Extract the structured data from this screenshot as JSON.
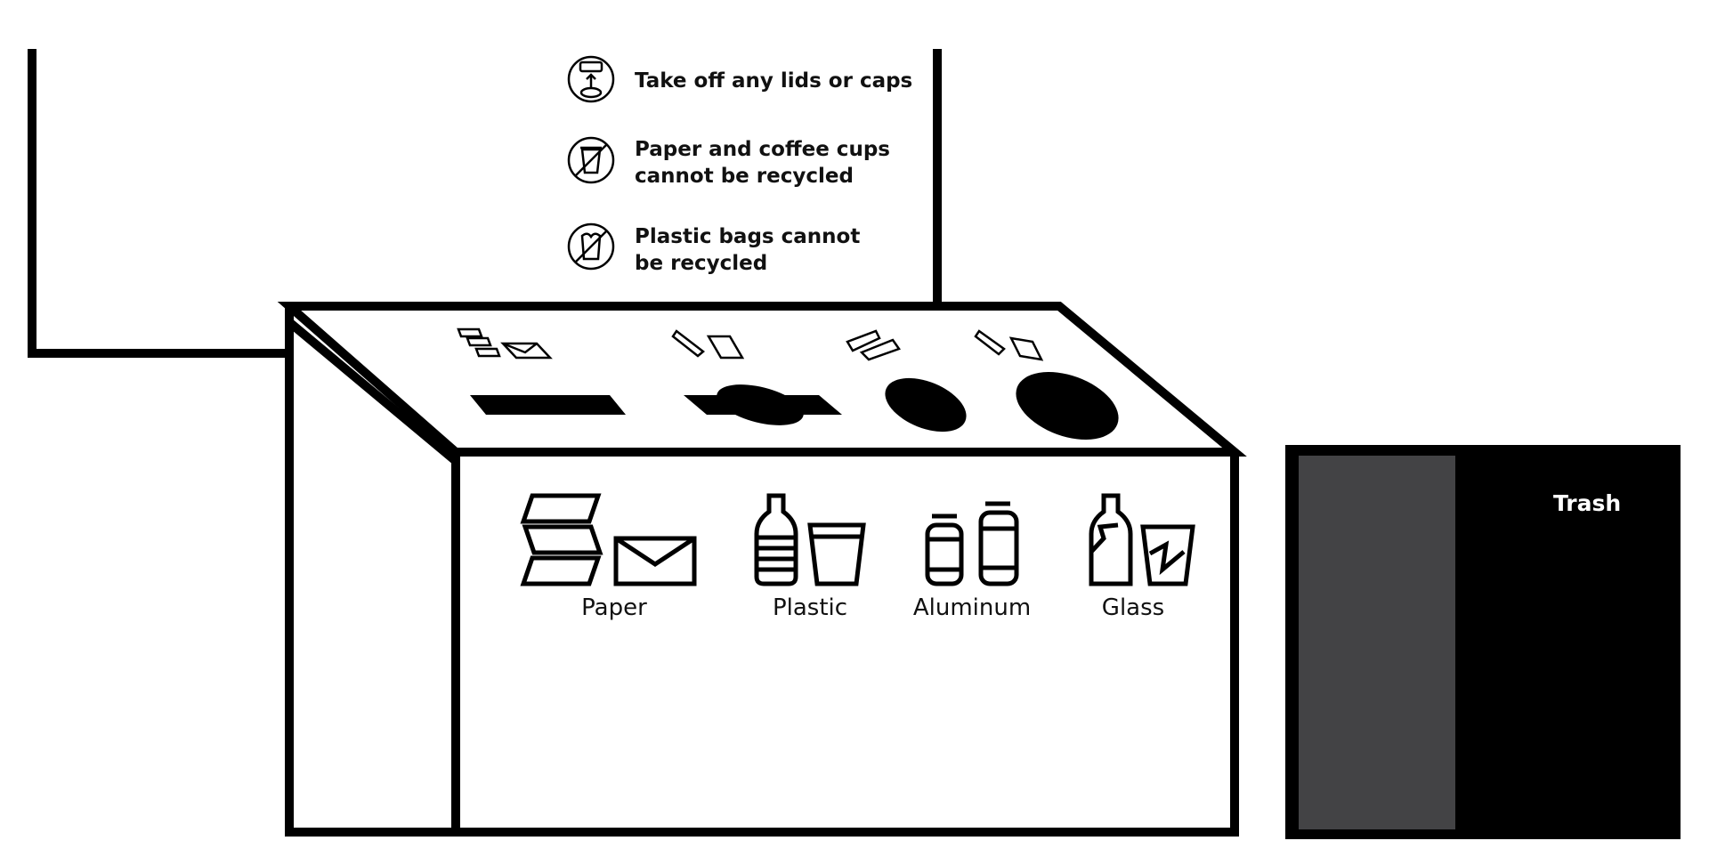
{
  "tips": [
    {
      "line1": "Take off any lids or caps",
      "line2": "",
      "icon": "lid-off-icon"
    },
    {
      "line1": "Paper and coffee cups",
      "line2": "cannot be recycled",
      "icon": "no-cup-icon"
    },
    {
      "line1": "Plastic bags cannot",
      "line2": "be recycled",
      "icon": "no-bag-icon"
    }
  ],
  "categories": [
    {
      "label": "Paper",
      "icon": "paper-envelope-icon"
    },
    {
      "label": "Plastic",
      "icon": "bottle-cup-icon"
    },
    {
      "label": "Aluminum",
      "icon": "cans-icon"
    },
    {
      "label": "Glass",
      "icon": "broken-glass-icon"
    }
  ],
  "trash": {
    "label": "Trash"
  },
  "colors": {
    "ink": "#000000",
    "trash_side": "#434345",
    "trash_front": "#000000",
    "background": "#ffffff"
  }
}
